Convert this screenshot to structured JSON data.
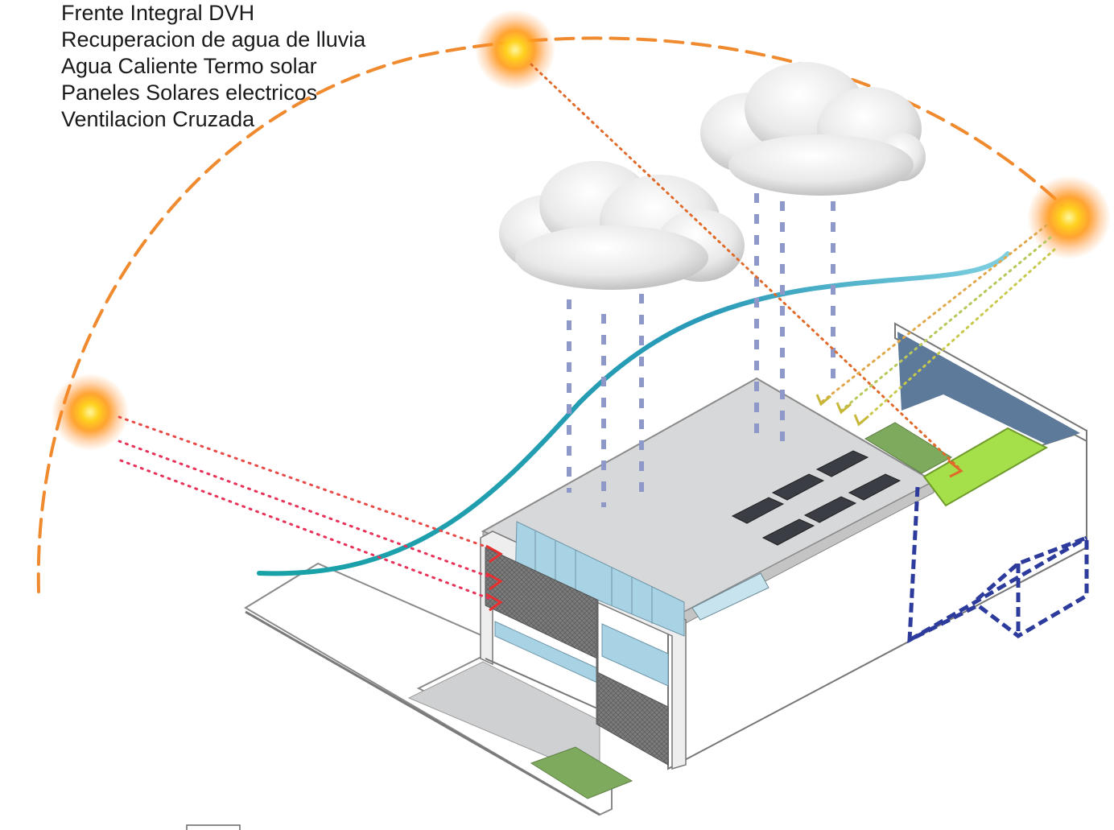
{
  "legend": {
    "items": [
      "Frente Integral DVH",
      "Recuperacion de agua de lluvia",
      "Agua Caliente Termo solar",
      "Paneles Solares electricos",
      "Ventilacion Cruzada"
    ]
  },
  "colors": {
    "sun_path": "#ef8a2f",
    "sun_core": "#ffd21f",
    "rain": "#8e98c9",
    "ventilation": "#1aa3b0",
    "ray_west": "#e8325a",
    "ray_north": "#e06a2a",
    "ray_east": "#c8c84a",
    "cistern": "#2d3c9c",
    "roof": "#d7d8d9",
    "glass": "#a8d3e4",
    "grass": "#7eaa5e",
    "solar_collector": "#a5e04a",
    "back_wall": "#5d7a9a"
  },
  "icons": [
    "sun-icon",
    "cloud-icon",
    "solar-panel-icon",
    "arrowhead-icon"
  ]
}
